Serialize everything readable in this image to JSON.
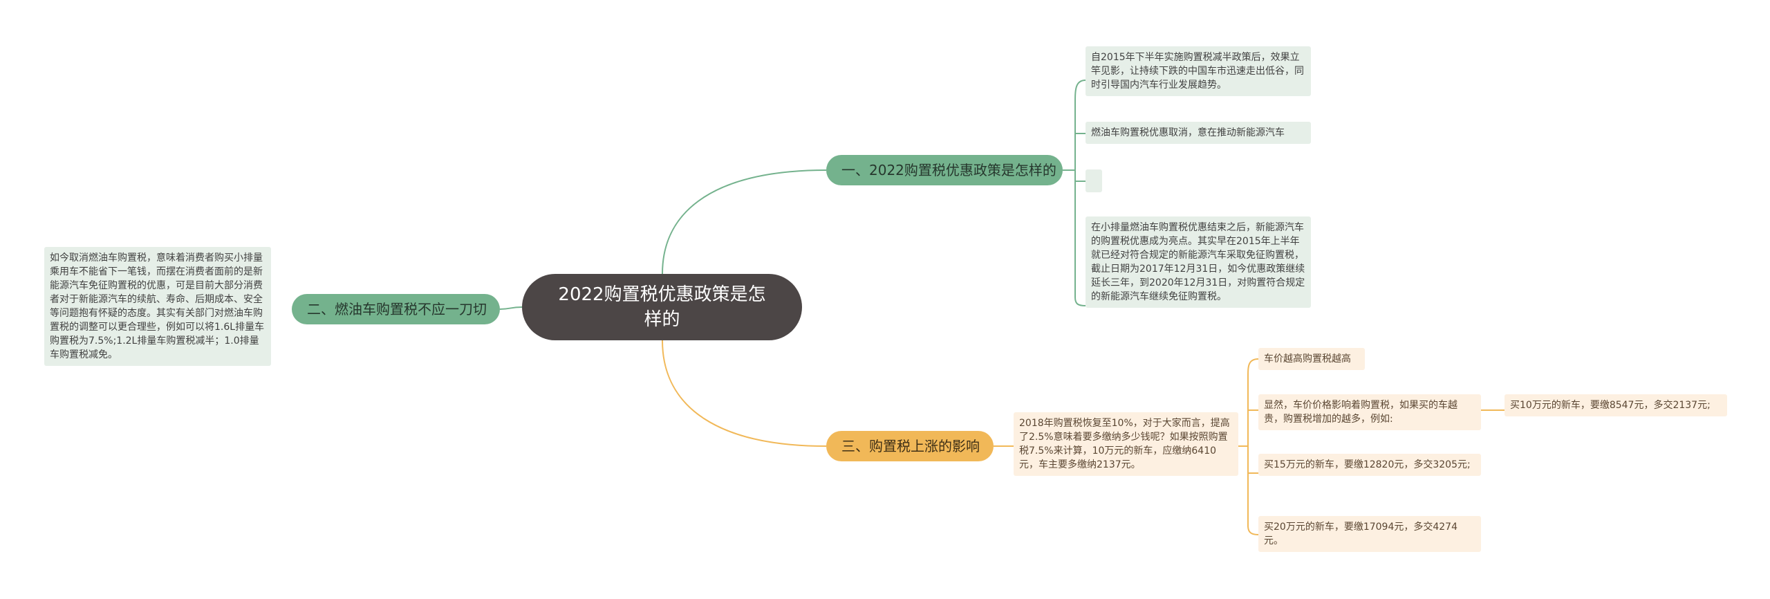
{
  "root": {
    "title": "2022购置税优惠政策是怎样的"
  },
  "branches": {
    "b1": {
      "label": "一、2022购置税优惠政策是怎样的",
      "leaves": [
        "自2015年下半年实施购置税减半政策后，效果立竿见影，让持续下跌的中国车市迅速走出低谷，同时引导国内汽车行业发展趋势。",
        "燃油车购置税优惠取消，意在推动新能源汽车",
        "",
        "在小排量燃油车购置税优惠结束之后，新能源汽车的购置税优惠成为亮点。其实早在2015年上半年就已经对符合规定的新能源汽车采取免征购置税，截止日期为2017年12月31日，如今优惠政策继续延长三年，到2020年12月31日，对购置符合规定的新能源汽车继续免征购置税。"
      ]
    },
    "b2": {
      "label": "二、燃油车购置税不应一刀切",
      "leaf": "如今取消燃油车购置税，意味着消费者购买小排量乘用车不能省下一笔钱，而摆在消费者面前的是新能源汽车免征购置税的优惠，可是目前大部分消费者对于新能源汽车的续航、寿命、后期成本、安全等问题抱有怀疑的态度。其实有关部门对燃油车购置税的调整可以更合理些，例如可以将1.6L排量车购置税为7.5%;1.2L排量车购置税减半；1.0排量车购置税减免。"
    },
    "b3": {
      "label": "三、购置税上涨的影响",
      "mid": "2018年购置税恢复至10%，对于大家而言，提高了2.5%意味着要多缴纳多少钱呢？如果按照购置税7.5%来计算，10万元的新车，应缴纳6410元，车主要多缴纳2137元。",
      "leaves": [
        "车价越高购置税越高",
        "显然，车价价格影响着购置税，如果买的车越贵，购置税增加的越多，例如:",
        "买15万元的新车，要缴12820元，多交3205元;",
        "买20万元的新车，要缴17094元，多交4274元。"
      ],
      "sub": "买10万元的新车，要缴8547元，多交2137元;"
    }
  },
  "colors": {
    "root": "#4c4646",
    "green": "#74b28d",
    "orange": "#f1b858",
    "leaf_green": "#e6efe8",
    "leaf_orange": "#fdf0e1"
  }
}
